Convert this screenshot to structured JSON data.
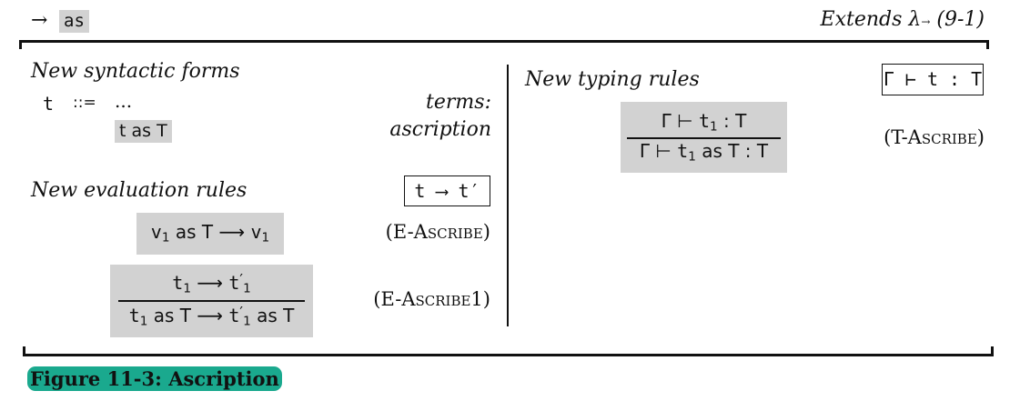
{
  "header": {
    "arrow": "→",
    "keyword": "as",
    "extends_text": "Extends λ",
    "extends_arrow": "→",
    "extends_ref": "(9-1)"
  },
  "left": {
    "syntax_heading": "New syntactic forms",
    "syntax_t": "t",
    "syntax_def": "::=",
    "syntax_dots": "...",
    "syntax_category": "terms:",
    "syntax_form": "t as T",
    "syntax_form_label": "ascription",
    "eval_heading": "New evaluation rules",
    "eval_judgment": "t ⟶ t′",
    "rule_e_ascribe": {
      "v": "v",
      "sub": "1",
      "mid": " as T ⟶ ",
      "v2": "v",
      "sub2": "1",
      "name_prefix": "(E-",
      "name_sc": "Ascribe",
      "name_suffix": ")"
    },
    "rule_e_ascribe1": {
      "prem_t": "t",
      "prem_sub": "1",
      "prem_arrow": " ⟶ ",
      "prem_t2": "t",
      "prem_prime": "′",
      "prem_sub2": "1",
      "concl_t": "t",
      "concl_sub": "1",
      "concl_mid": " as T ⟶ ",
      "concl_t2": "t",
      "concl_prime": "′",
      "concl_sub2": "1",
      "concl_end": " as T",
      "name_prefix": "(E-",
      "name_sc": "Ascribe1",
      "name_suffix": ")"
    }
  },
  "right": {
    "typing_heading": "New typing rules",
    "typing_judgment": "Γ ⊢ t : T",
    "rule_t_ascribe": {
      "prem_gamma": "Γ ⊢ ",
      "prem_t": "t",
      "prem_sub": "1",
      "prem_end": " : T",
      "concl_gamma": "Γ ⊢ ",
      "concl_t": "t",
      "concl_sub": "1",
      "concl_end": " as T : T",
      "name_prefix": "(T-",
      "name_sc": "Ascribe",
      "name_suffix": ")"
    }
  },
  "caption": "Figure 11-3: Ascription",
  "colors": {
    "caption_highlight": "#1aa98e",
    "rule_background": "#d2d2d2"
  }
}
